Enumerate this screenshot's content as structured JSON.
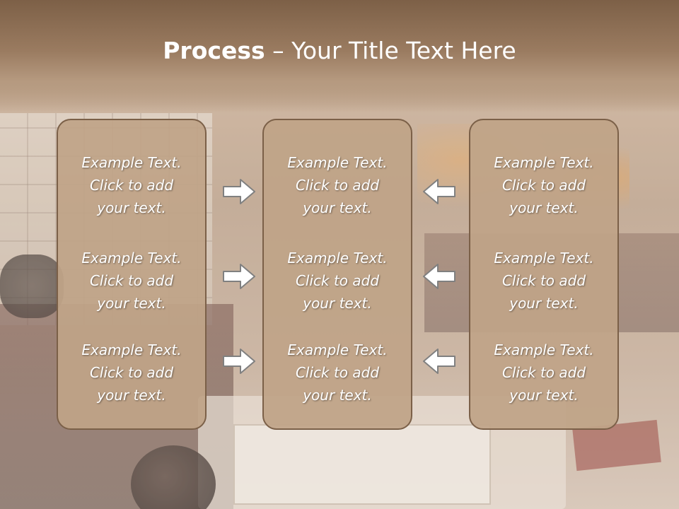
{
  "title": {
    "bold": "Process",
    "rest": " – Your Title Text Here"
  },
  "columns": [
    {
      "items": [
        {
          "line1": "Example Text.",
          "line2": "Click  to add",
          "line3": "your text."
        },
        {
          "line1": "Example Text.",
          "line2": "Click  to add",
          "line3": "your text."
        },
        {
          "line1": "Example Text.",
          "line2": "Click  to add",
          "line3": "your text."
        }
      ]
    },
    {
      "items": [
        {
          "line1": "Example Text.",
          "line2": "Click  to add",
          "line3": "your text."
        },
        {
          "line1": "Example Text.",
          "line2": "Click  to add",
          "line3": "your text."
        },
        {
          "line1": "Example Text.",
          "line2": "Click  to add",
          "line3": "your text."
        }
      ]
    },
    {
      "items": [
        {
          "line1": "Example Text.",
          "line2": "Click  to add",
          "line3": "your text."
        },
        {
          "line1": "Example Text.",
          "line2": "Click  to add",
          "line3": "your text."
        },
        {
          "line1": "Example Text.",
          "line2": "Click  to add",
          "line3": "your text."
        }
      ]
    }
  ],
  "arrows": {
    "left_group": {
      "direction": "right",
      "icon": "arrow-right-icon"
    },
    "right_group": {
      "direction": "left",
      "icon": "arrow-left-icon"
    }
  },
  "colors": {
    "box_fill": "#c0a488",
    "box_border": "#7b6048",
    "title_band": "#8e7058",
    "arrow_fill": "#ffffff",
    "arrow_stroke": "#808080"
  }
}
